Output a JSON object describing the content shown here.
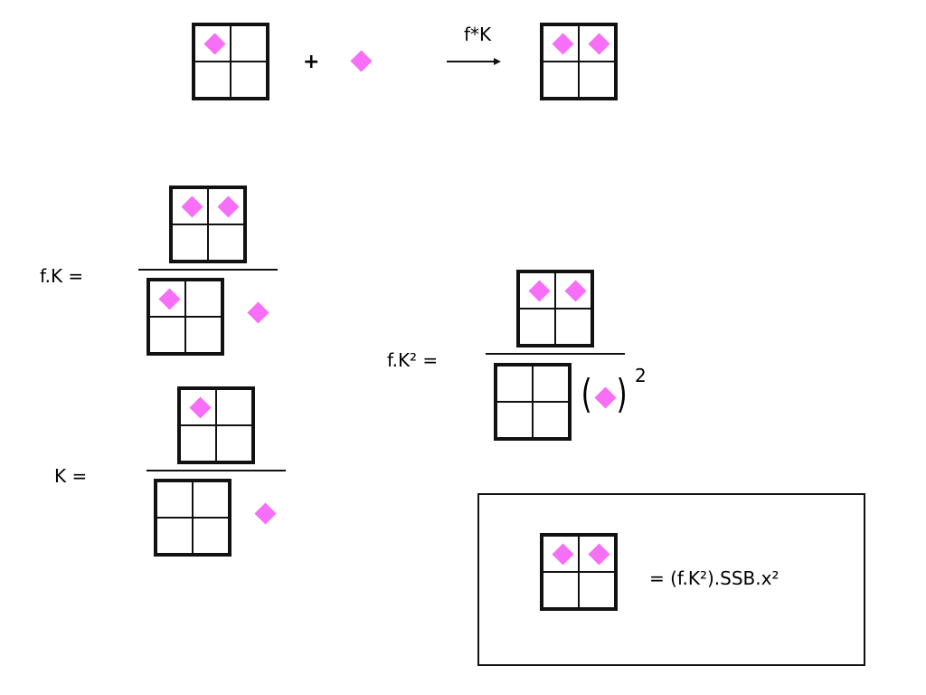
{
  "colors": {
    "diamond": "#f76ef7",
    "line": "#111111"
  },
  "reaction": {
    "plus": "+",
    "arrow_label": "f*K"
  },
  "equations": {
    "fk": {
      "label": "f.K ="
    },
    "k": {
      "label": "K ="
    },
    "fk2": {
      "label": "f.K² =",
      "exponent": "2",
      "paren_open": "(",
      "paren_close": ")"
    }
  },
  "result": {
    "expression": "= (f.K²).SSB.x²"
  }
}
